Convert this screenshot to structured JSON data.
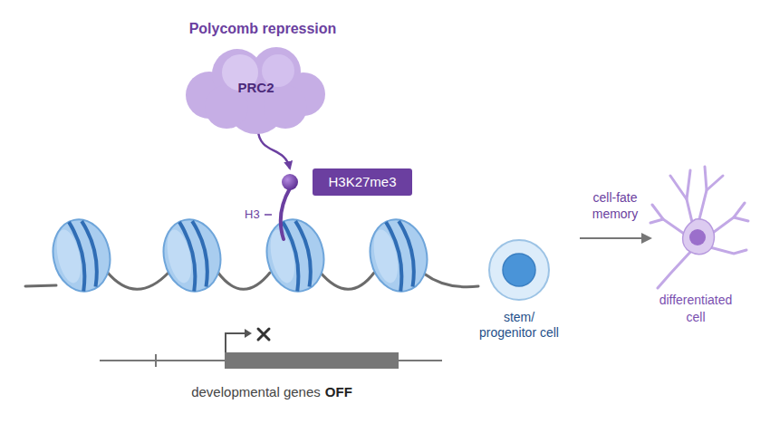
{
  "diagram": {
    "title": "Polycomb repression",
    "nodes": [
      {
        "text": [
          "PRC2"
        ]
      },
      {
        "text": [
          "H3K27me3"
        ]
      },
      {
        "text": [
          "stem/ progenitor cell"
        ]
      },
      {
        "text": [
          "differentiated cell"
        ]
      }
    ],
    "edges": [
      {
        "from": 0,
        "to": 1,
        "arrow": "to"
      },
      {
        "from": 2,
        "to": 3,
        "label": "cell-fate memory",
        "arrow": "to"
      }
    ],
    "labels": [
      "H3",
      "developmental genes",
      "OFF"
    ]
  }
}
